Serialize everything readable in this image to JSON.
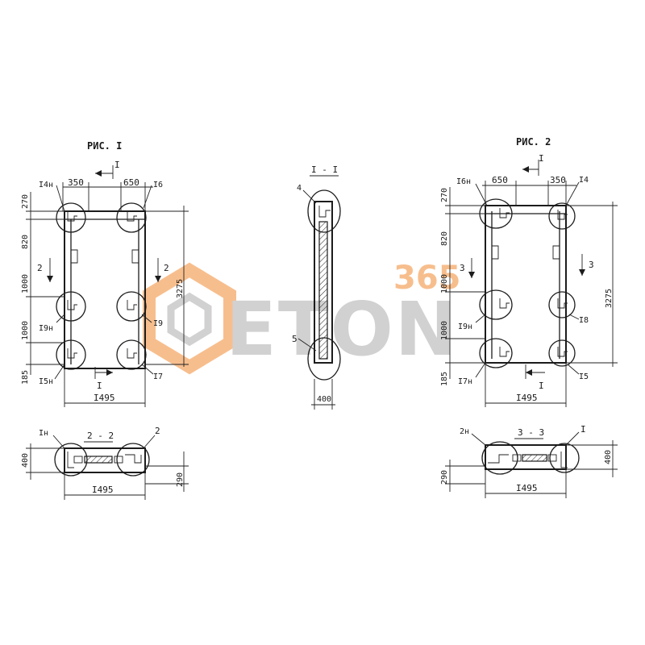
{
  "colors": {
    "line": "#1c1c1c",
    "watermark_orange": "#f6b37a",
    "watermark_gray": "#c9c9c9"
  },
  "watermark": {
    "number": "365",
    "word": "ETON"
  },
  "fig1": {
    "title": "РИС. I",
    "section_mark": "I",
    "dims_top": [
      "350",
      "650"
    ],
    "dims_left": [
      "270",
      "820",
      "1000",
      "1000",
      "185"
    ],
    "dim_total_height": "3275",
    "dim_width": "I495",
    "labels": {
      "top_left": "I4н",
      "top_right": "I6",
      "mid_left": "I9н",
      "mid_right": "I9",
      "bot_left": "I5н",
      "bot_right": "I7"
    },
    "section_arrows": [
      "2",
      "2"
    ]
  },
  "section11": {
    "title": "I - I",
    "label_top": "4",
    "label_bottom": "5",
    "dim_width": "400"
  },
  "fig2": {
    "title": "РИС. 2",
    "section_mark": "I",
    "dims_top": [
      "650",
      "350"
    ],
    "dims_left": [
      "270",
      "820",
      "1000",
      "1000",
      "185"
    ],
    "dim_total_height": "3275",
    "dim_width": "I495",
    "labels": {
      "top_left": "I6н",
      "top_right": "I4",
      "mid_left": "I9н",
      "mid_right": "I8",
      "bot_left": "I7н",
      "bot_right": "I5"
    },
    "section_arrows": [
      "3",
      "3"
    ]
  },
  "section22": {
    "title": "2 - 2",
    "label_left": "Iн",
    "label_right": "2",
    "dim_height": "400",
    "dim_height2": "290",
    "dim_width": "I495"
  },
  "section33": {
    "title": "3 - 3",
    "label_left": "2н",
    "label_right": "I",
    "dim_height": "400",
    "dim_height2": "290",
    "dim_width": "I495"
  }
}
